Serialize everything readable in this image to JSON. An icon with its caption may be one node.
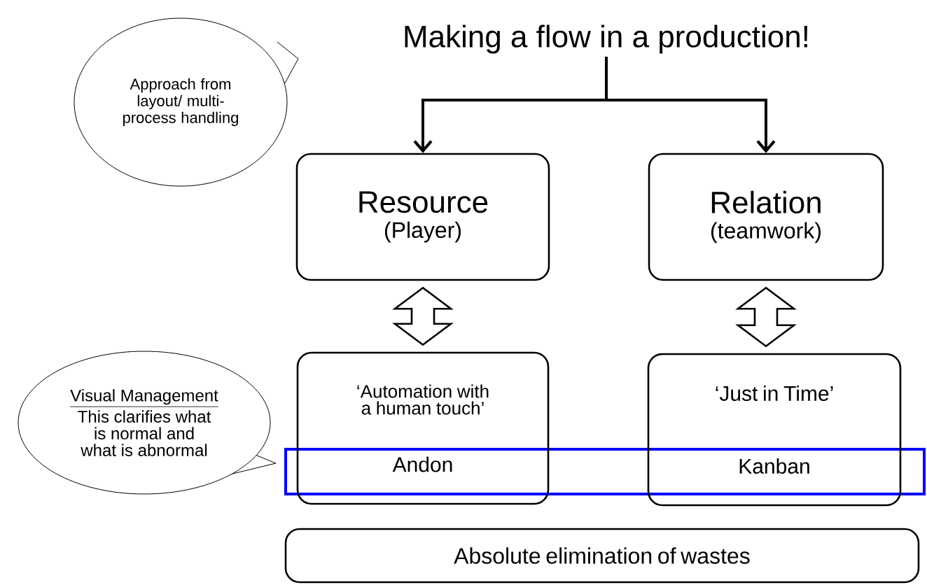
{
  "diagram": {
    "nodes": [
      {
        "text": [
          "Making a flow in a production!"
        ]
      },
      {
        "text": [
          "Approach from layout/ multi-process handling"
        ]
      },
      {
        "text": [
          "Resource",
          "(Player)"
        ]
      },
      {
        "text": [
          "Relation",
          "(teamwork)"
        ]
      },
      {
        "text": [
          "‘Automation with a human touch’",
          "Andon"
        ]
      },
      {
        "text": [
          "‘Just in Time’",
          "Kanban"
        ]
      },
      {
        "text": [
          "Visual Management",
          "This clarifies what is normal and what is abnormal"
        ]
      },
      {
        "text": [
          "Absolute elimination of wastes"
        ]
      }
    ],
    "edges": [
      {
        "from": 0,
        "to": 2,
        "arrow": "to"
      },
      {
        "from": 0,
        "to": 3,
        "arrow": "to"
      },
      {
        "from": 2,
        "to": 4,
        "arrow": "both"
      },
      {
        "from": 3,
        "to": 5,
        "arrow": "both"
      }
    ]
  }
}
